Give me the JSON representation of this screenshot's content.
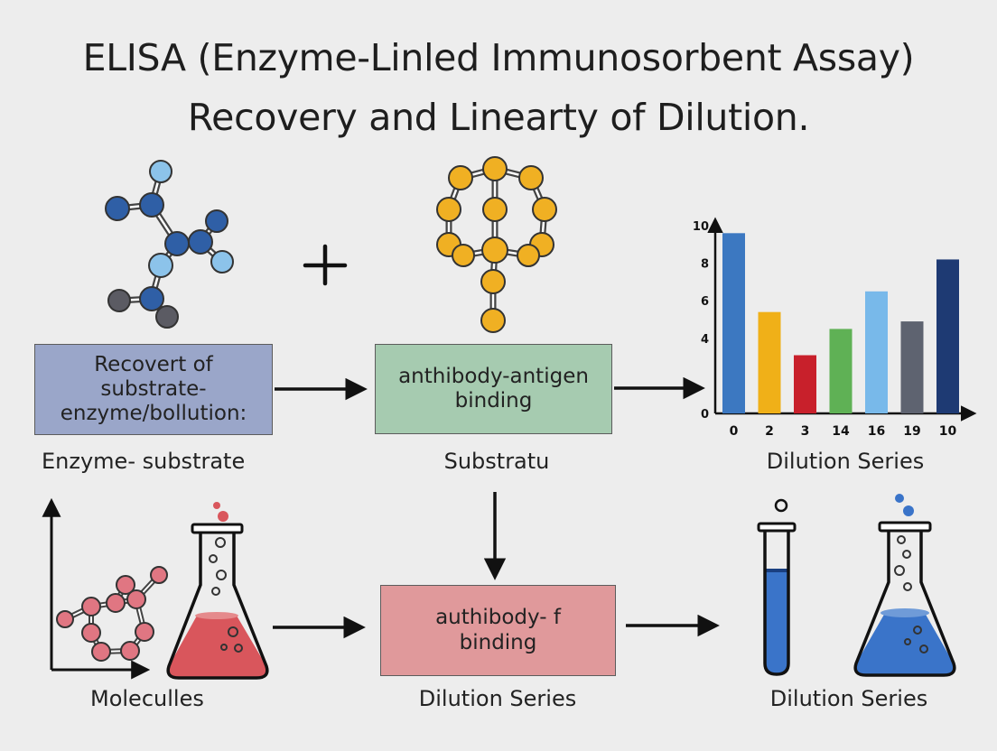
{
  "title": {
    "line1": "ELISA (Enzyme-Linled Immunosorbent Assay)",
    "line2": "Recovery and Linearty of Dilution."
  },
  "plus_symbol": "+",
  "boxes": {
    "recovery": {
      "lines": [
        "Recovert of",
        "substrate-",
        "enzyme/bollution:"
      ],
      "color": "#9aa6c9"
    },
    "binding_top": {
      "lines": [
        "anthibody-antigen",
        "binding"
      ],
      "color": "#a6cbb0"
    },
    "binding_bottom": {
      "lines": [
        "authibody- f",
        "binding"
      ],
      "color": "#e0999b"
    }
  },
  "labels": {
    "enzyme_substrate": "Enzyme- substrate",
    "substrate": "Substratu",
    "dilution_series_chart": "Dilution Series",
    "molecules": "Moleculles",
    "dilution_series_middle": "Dilution Series",
    "dilution_series_bottom": "Dilution Series"
  },
  "icons": {
    "molecule_blue": "molecule-icon",
    "molecule_gold": "antibody-molecule-icon",
    "molecule_red": "molecule-icon",
    "flask_red": "flask-icon",
    "flask_blue": "flask-icon",
    "test_tube": "test-tube-icon"
  },
  "colors": {
    "dark_blue_atom": "#2f5fa6",
    "light_blue_atom": "#8cc3ea",
    "gray_atom": "#5b5b63",
    "gold_atom": "#f0b023",
    "red_atom": "#e07682",
    "red_liquid": "#d9565c",
    "blue_liquid": "#3a74c9"
  },
  "chart_data": {
    "type": "bar",
    "categories": [
      "0",
      "2",
      "3",
      "14",
      "16",
      "19",
      "10"
    ],
    "values": [
      9.6,
      5.4,
      3.1,
      4.5,
      6.5,
      4.9,
      8.2
    ],
    "colors": [
      "#3c78c1",
      "#f0b018",
      "#c8202b",
      "#5fb155",
      "#78b9ea",
      "#5e6370",
      "#1e3a73"
    ],
    "yticks": [
      0,
      4,
      6,
      8,
      10
    ],
    "ylim": [
      0,
      10
    ],
    "title": "",
    "xlabel": "",
    "ylabel": "",
    "grid": false
  }
}
